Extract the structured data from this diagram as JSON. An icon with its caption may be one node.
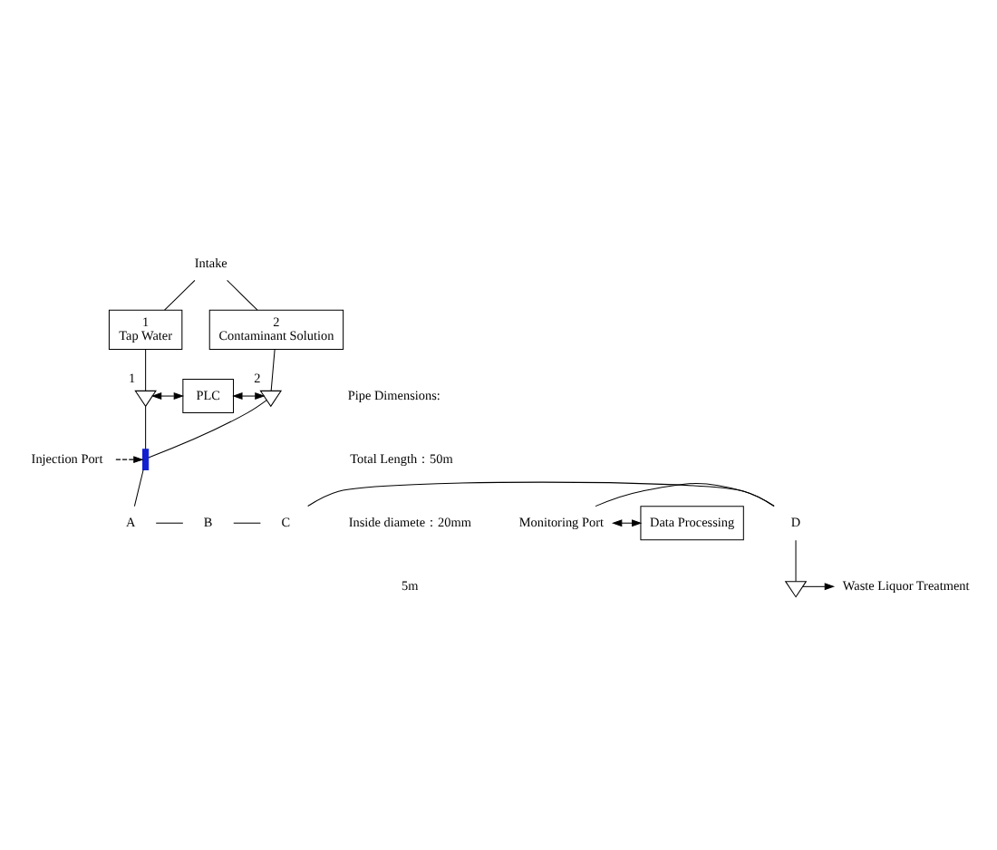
{
  "diagram": {
    "nodes": [
      {
        "text": [
          "Intake"
        ]
      },
      {
        "text": [
          "1",
          "Tap Water"
        ]
      },
      {
        "text": [
          "2",
          "Contaminant Solution"
        ]
      },
      {
        "text": [],
        "shape": "valve",
        "beside": [
          "1"
        ]
      },
      {
        "text": [
          "PLC"
        ]
      },
      {
        "text": [],
        "shape": "valve",
        "beside": [
          "2"
        ]
      },
      {
        "text": [
          "Injection Port"
        ]
      },
      {
        "text": [],
        "shape": "bar"
      },
      {
        "text": [
          "A"
        ]
      },
      {
        "text": [
          "B"
        ]
      },
      {
        "text": [
          "C"
        ]
      },
      {
        "text": [
          "D"
        ]
      },
      {
        "text": [
          "Monitoring Port"
        ]
      },
      {
        "text": [
          "Data Processing"
        ]
      },
      {
        "text": [],
        "shape": "valve"
      },
      {
        "text": [
          "Waste Liquor Treatment"
        ]
      }
    ],
    "edges": [
      {
        "from": 0,
        "to": 1,
        "arrow": "none"
      },
      {
        "from": 0,
        "to": 2,
        "arrow": "none"
      },
      {
        "from": 1,
        "to": 3,
        "arrow": "none"
      },
      {
        "from": 2,
        "to": 5,
        "arrow": "none"
      },
      {
        "from": 3,
        "to": 4,
        "arrow": "both"
      },
      {
        "from": 4,
        "to": 5,
        "arrow": "both"
      },
      {
        "from": 3,
        "to": 7,
        "arrow": "none"
      },
      {
        "from": 5,
        "to": 7,
        "arrow": "none"
      },
      {
        "from": 6,
        "to": 7,
        "arrow": "to",
        "style": "dashed"
      },
      {
        "from": 7,
        "to": 8,
        "arrow": "none"
      },
      {
        "from": 8,
        "to": 9,
        "arrow": "none"
      },
      {
        "from": 9,
        "to": 10,
        "arrow": "none"
      },
      {
        "from": 10,
        "to": 11,
        "arrow": "none"
      },
      {
        "from": 12,
        "to": 11,
        "arrow": "none"
      },
      {
        "from": 12,
        "to": 13,
        "arrow": "both"
      },
      {
        "from": 11,
        "to": 14,
        "arrow": "none"
      },
      {
        "from": 14,
        "to": 15,
        "arrow": "to"
      }
    ],
    "labels": [
      "Pipe Dimensions:",
      "Total Length：50m",
      "Inside diamete：20mm",
      "5m"
    ]
  }
}
